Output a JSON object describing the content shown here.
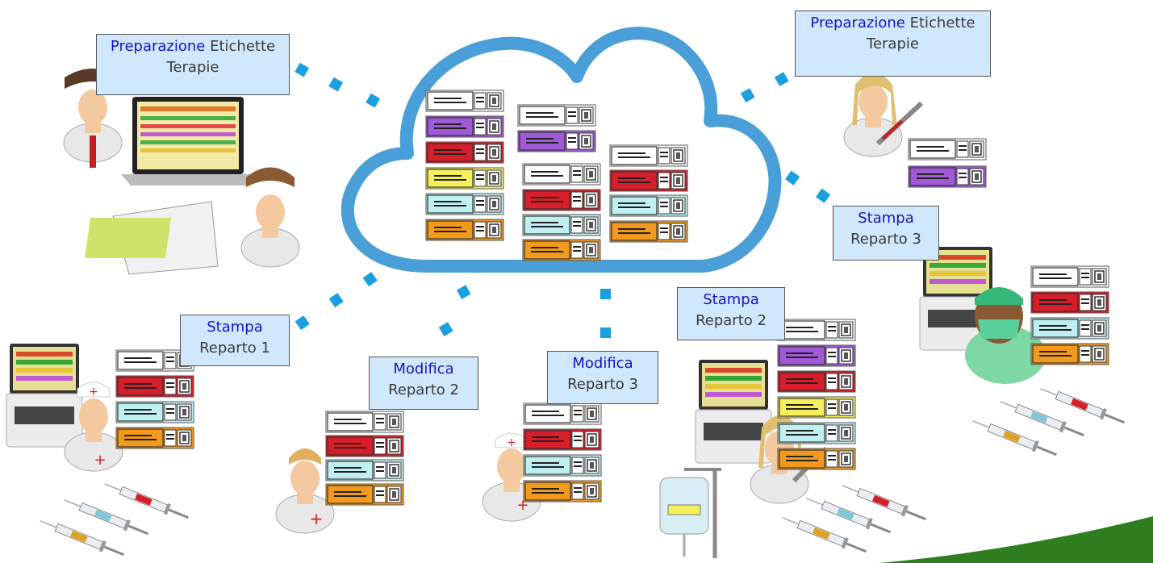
{
  "labels": {
    "prep_left": {
      "word1": "Preparazione",
      "word2": "Etichette",
      "line2": "Terapie"
    },
    "prep_right": {
      "word1": "Preparazione",
      "word2": "Etichette",
      "line2": "Terapie"
    },
    "stampa_r1": {
      "line1": "Stampa",
      "line2": "Reparto 1"
    },
    "modifica_r2": {
      "line1": "Modifica",
      "line2": "Reparto 2"
    },
    "modifica_r3": {
      "line1": "Modifica",
      "line2": "Reparto 3"
    },
    "stampa_r2": {
      "line1": "Stampa",
      "line2": "Reparto 2"
    },
    "stampa_r3": {
      "line1": "Stampa",
      "line2": "Reparto 3"
    }
  },
  "colors": {
    "cloud": "#4a9fd8",
    "dots": "#1a9fe0",
    "label_bg": "#cfe8fb",
    "label_blue": "#1414c8",
    "purple": "#a05ad8",
    "red": "#d81e2a",
    "yellow": "#f4ef5a",
    "cyan": "#bfeff0",
    "orange": "#f29a1e",
    "green": "#2e7d1e"
  }
}
